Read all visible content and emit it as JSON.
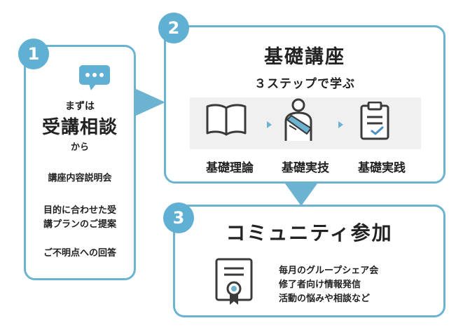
{
  "colors": {
    "accent": "#5fb0d2",
    "border": "#6cb3d2",
    "icon": "#3a3a3a",
    "check": "#4a90c2"
  },
  "step1": {
    "number": "1",
    "icon": "chat-bubble-icon",
    "pre": "まずは",
    "main": "受講相談",
    "post": "から",
    "items": [
      "講座内容説明会",
      "目的に合わせた受",
      "講プランのご提案",
      "ご不明点への回答"
    ]
  },
  "step2": {
    "number": "2",
    "title": "基礎講座",
    "subtitle": "３ステップで学ぶ",
    "steps": [
      {
        "label": "基礎理論",
        "icon": "book-icon"
      },
      {
        "label": "基礎実技",
        "icon": "person-practice-icon"
      },
      {
        "label": "基礎実践",
        "icon": "clipboard-check-icon"
      }
    ]
  },
  "step3": {
    "number": "3",
    "title": "コミュニティ参加",
    "icon": "certificate-icon",
    "items": [
      "毎月のグループシェア会",
      "修了者向け情報発信",
      "活動の悩みや相談など"
    ]
  }
}
